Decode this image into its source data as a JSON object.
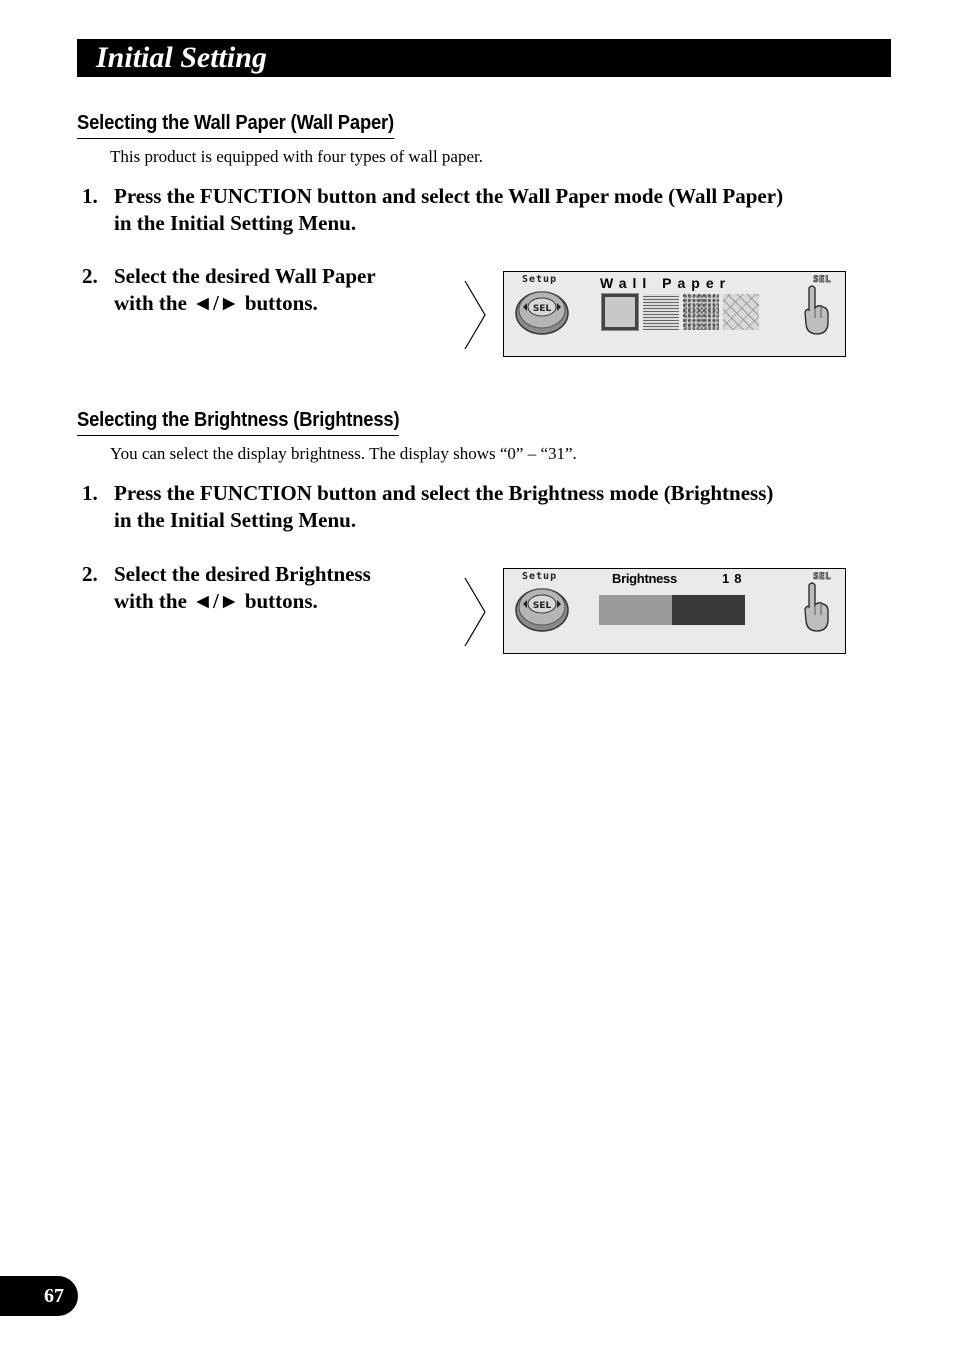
{
  "header": {
    "title": "Initial Setting"
  },
  "wallpaper_section": {
    "heading": "Selecting the Wall Paper (Wall Paper)",
    "intro": "This product is equipped with four types of wall paper.",
    "steps": [
      {
        "number": "1.",
        "lines": [
          "Press the FUNCTION button and select the Wall Paper mode (Wall Paper)",
          "in the Initial Setting Menu."
        ]
      },
      {
        "number": "2.",
        "lines": [
          "Select the desired Wall Paper",
          "with the ◄/► buttons."
        ]
      }
    ],
    "display": {
      "setup_label": "Setup",
      "dial_label": "SEL",
      "title": "Wall Paper",
      "sel_label": "SEL"
    }
  },
  "brightness_section": {
    "heading": "Selecting the Brightness (Brightness)",
    "intro": "You can select the display brightness. The display shows “0” – “31”.",
    "steps": [
      {
        "number": "1.",
        "lines": [
          "Press the FUNCTION button and select the Brightness mode (Brightness)",
          "in the Initial Setting Menu."
        ]
      },
      {
        "number": "2.",
        "lines": [
          "Select the desired Brightness",
          "with the ◄/► buttons."
        ]
      }
    ],
    "display": {
      "setup_label": "Setup",
      "dial_label": "SEL",
      "label": "Brightness",
      "value": "18",
      "level_fraction": 0.5,
      "sel_label": "SEL"
    }
  },
  "footer": {
    "page_number": "67"
  }
}
